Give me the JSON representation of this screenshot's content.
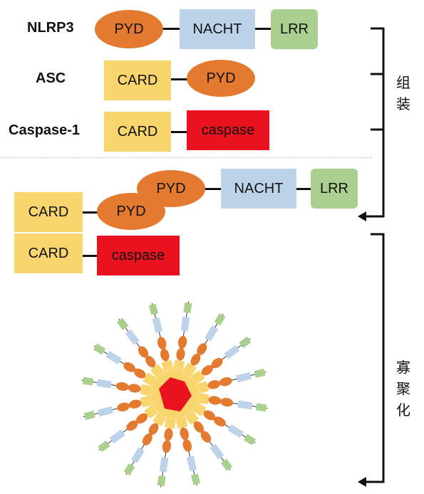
{
  "row_labels": {
    "nlrp3": "NLRP3",
    "asc": "ASC",
    "caspase1": "Caspase-1"
  },
  "domains": {
    "pyd": "PYD",
    "nacht": "NACHT",
    "lrr": "LRR",
    "card": "CARD",
    "caspase": "caspase"
  },
  "stage_labels": {
    "assembly": [
      "组",
      "装"
    ],
    "oligomerization": [
      "寡",
      "聚",
      "化"
    ]
  },
  "colors": {
    "pyd": "#e37a2f",
    "nacht": "#bcd3ea",
    "lrr": "#a9d08e",
    "card": "#f9d56e",
    "caspase": "#e8131e"
  }
}
